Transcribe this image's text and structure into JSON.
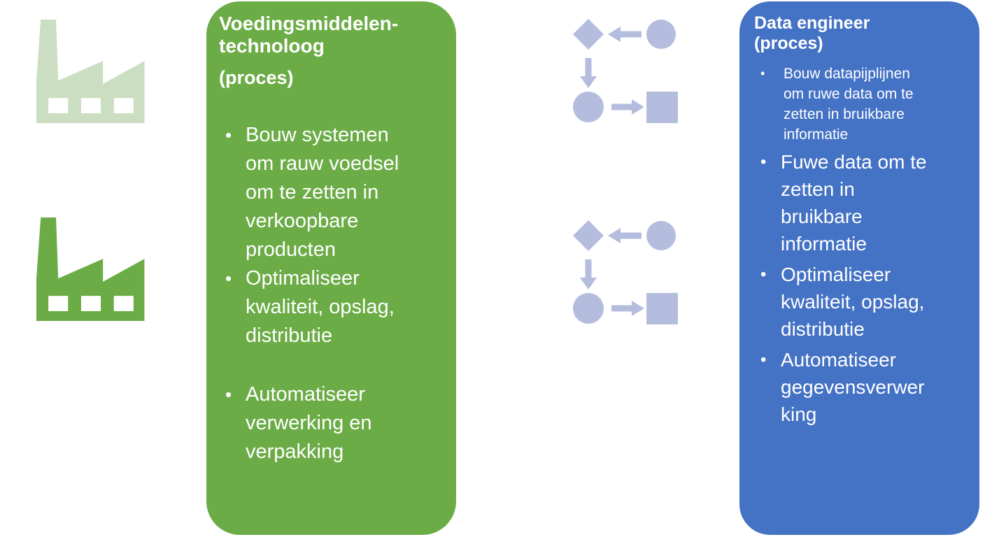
{
  "colors": {
    "green": "#6CAC47",
    "green_light": "#CBDEC2",
    "blue": "#4472C4",
    "lavender": "#B5BDDE",
    "card_text": "#FFFFFF",
    "canvas_bg": "#FFFFFF"
  },
  "icons": {
    "left_top": "factory-icon (faded green)",
    "left_bottom": "factory-icon (solid green)",
    "middle_top": "flowchart-icon (diamond, circles, square, arrows)",
    "middle_bottom": "flowchart-icon (diamond, circles, square, arrows)"
  },
  "food_card": {
    "title": "Voedingsmiddelen-\ntechnoloog",
    "subtitle": "(proces)",
    "bullets": [
      {
        "text": "Bouw systemen\nom rauw voedsel\nom te zetten in\nverkoopbare\nproducten"
      },
      {
        "text": "Optimaliseer\nkwaliteit, opslag,\ndistributie"
      },
      {
        "text": "Automatiseer\nverwerking en\nverpakking"
      }
    ]
  },
  "data_card": {
    "title": "Data engineer\n(proces)",
    "bullets": [
      {
        "text": "Bouw datapijplijnen\nom ruwe data om te\nzetten in bruikbare\ninformatie"
      },
      {
        "text": "Fuwe data om te\nzetten in\nbruikbare\ninformatie"
      },
      {
        "text": "Optimaliseer\nkwaliteit, opslag,\ndistributie"
      },
      {
        "text": "Automatiseer\ngegevensverwer\nking"
      }
    ]
  }
}
